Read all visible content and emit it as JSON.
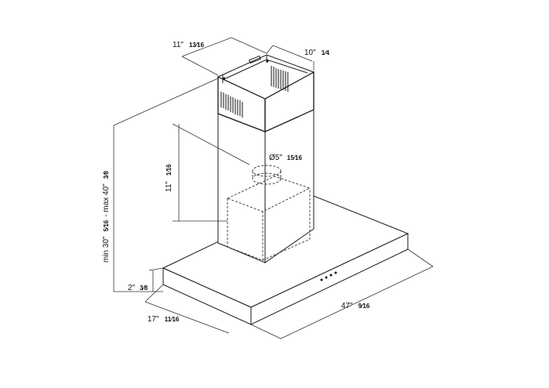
{
  "dimensions": {
    "chimney_depth": {
      "whole": "11\"",
      "frac": "13⁄16"
    },
    "chimney_width": {
      "whole": "10\"",
      "frac": "1⁄4"
    },
    "duct_diameter": {
      "whole": "Ø5\"",
      "frac": "15⁄16"
    },
    "duct_height": {
      "whole": "11\"",
      "frac": "1⁄16"
    },
    "mount_height": {
      "min_whole": "min 30\"",
      "min_frac": "5⁄16",
      "sep": " - max 40\"",
      "max_frac": "3⁄8"
    },
    "hood_thickness": {
      "whole": "2\"",
      "frac": "3⁄8"
    },
    "hood_depth": {
      "whole": "17\"",
      "frac": "11⁄16"
    },
    "hood_width": {
      "whole": "47\"",
      "frac": "9⁄16"
    }
  }
}
